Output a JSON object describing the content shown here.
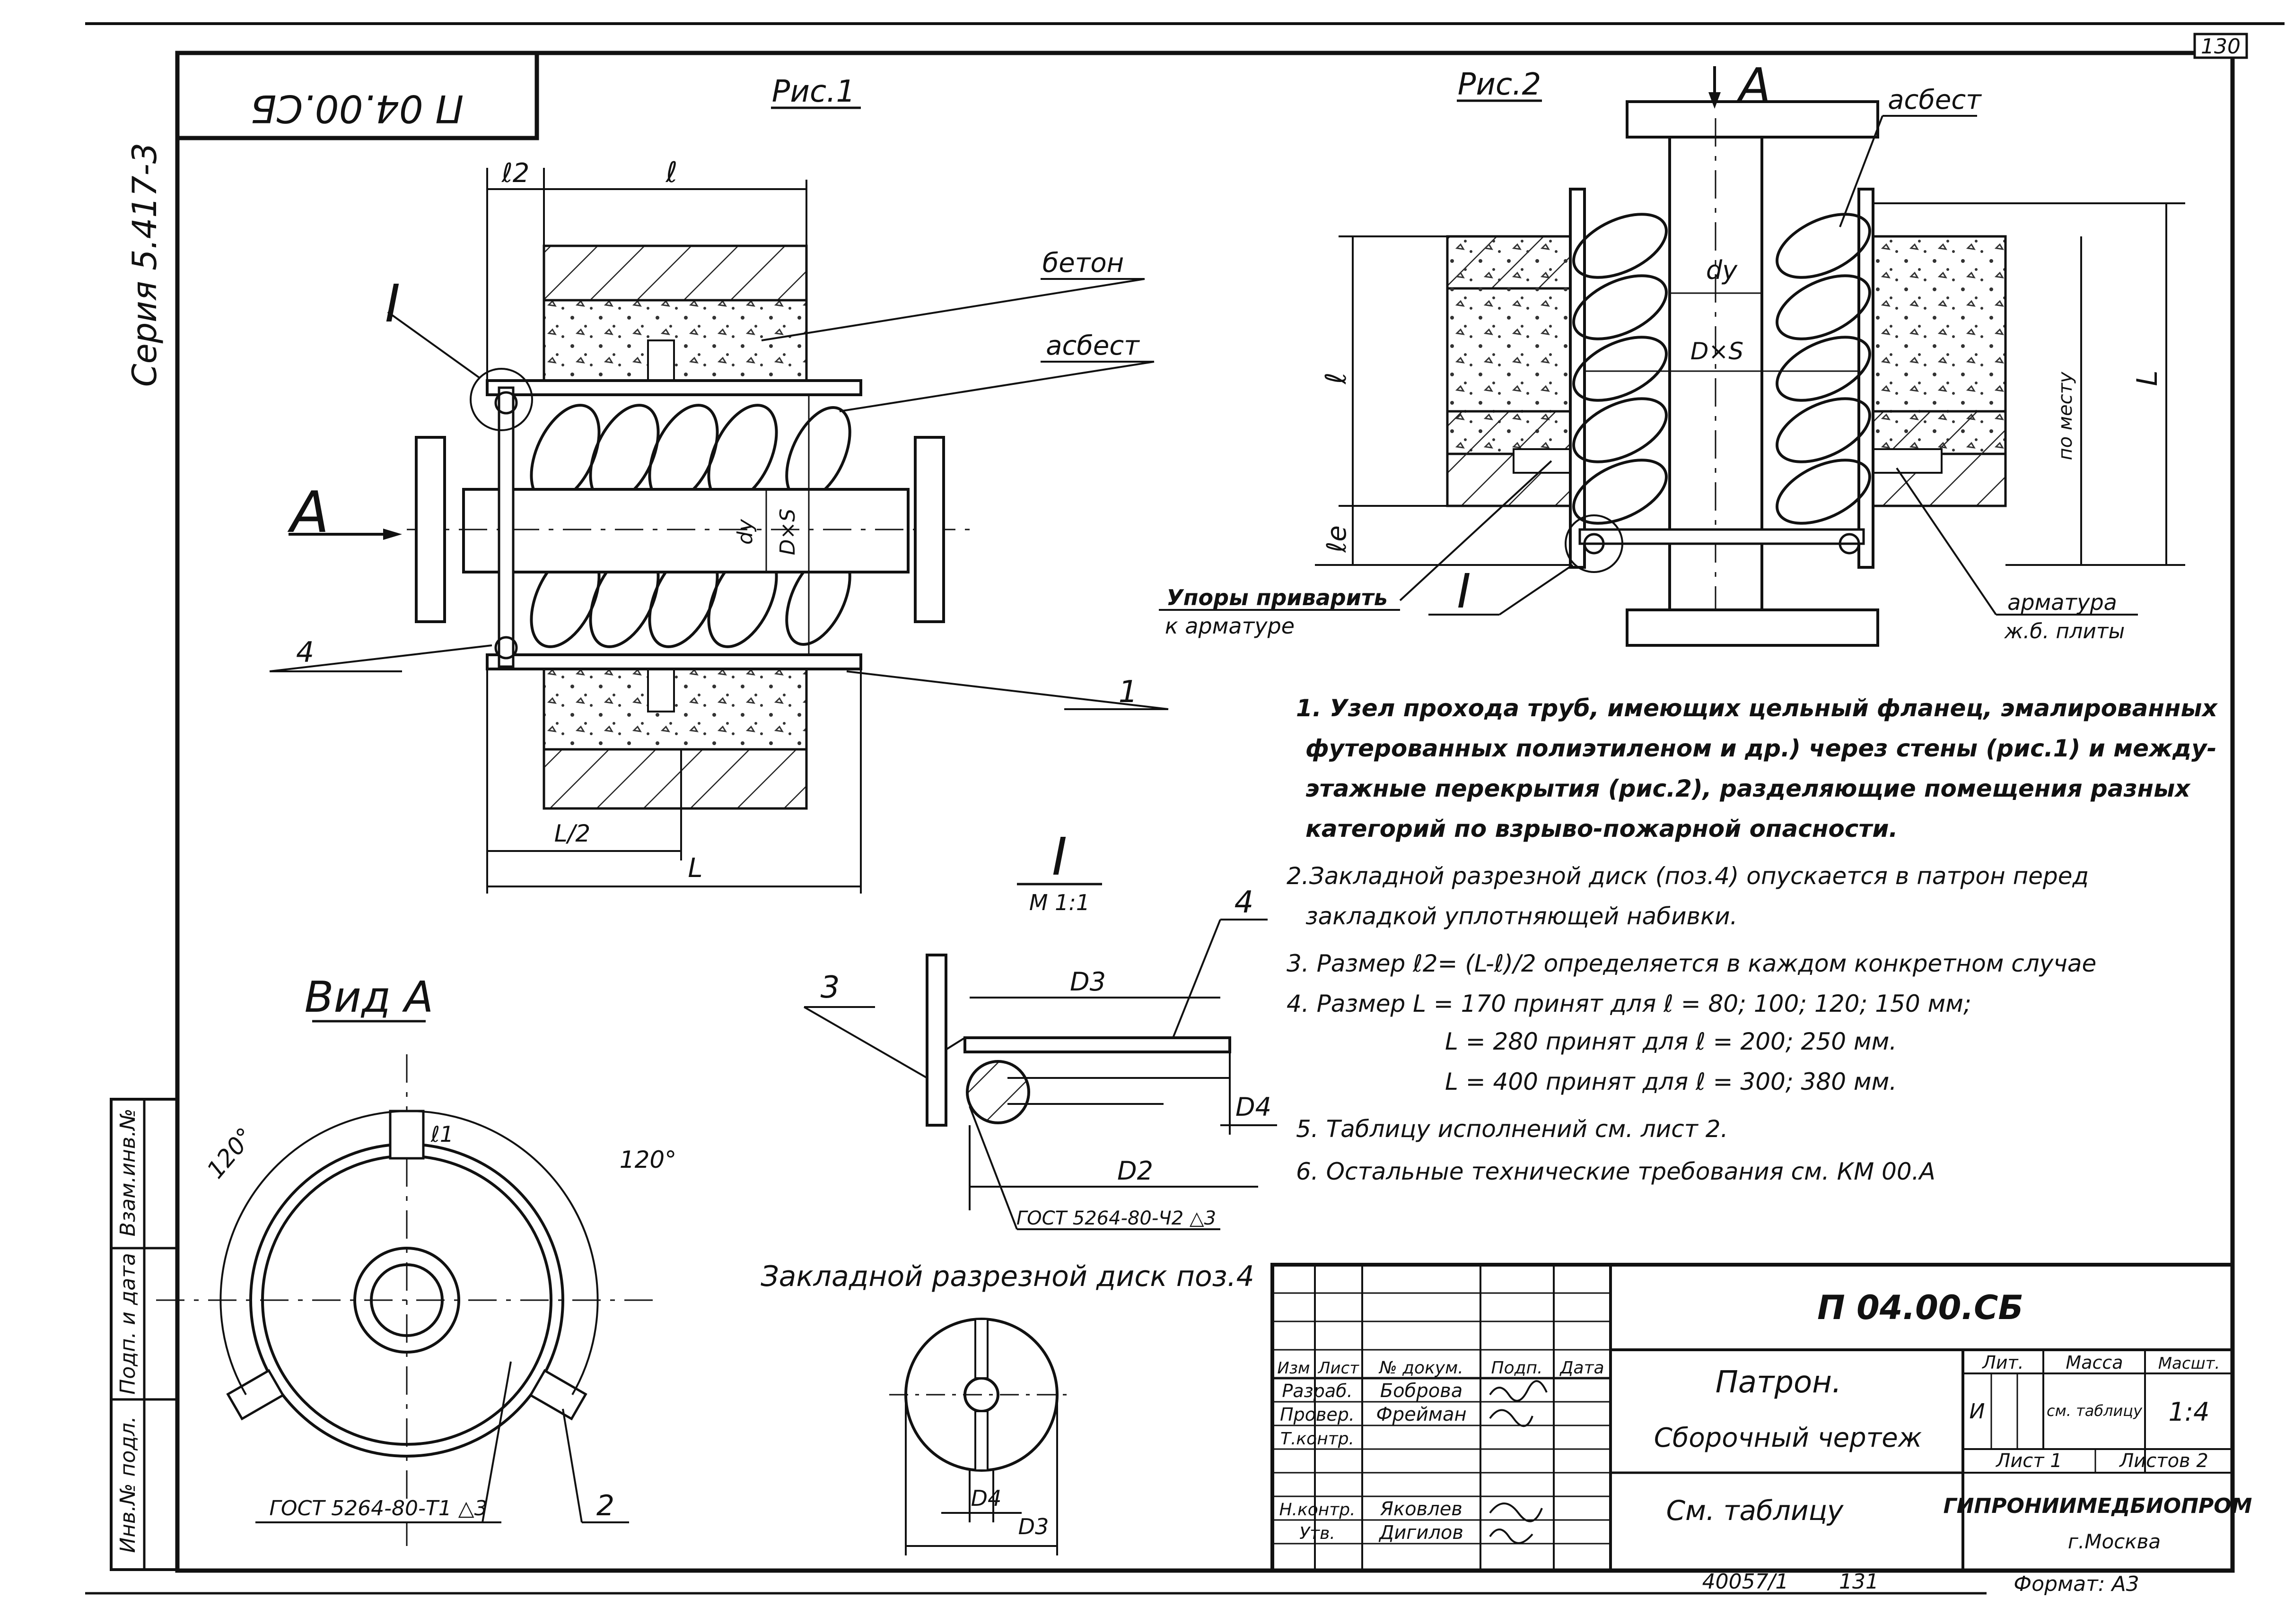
{
  "sheet": {
    "page_number": "130",
    "code_rotated": "П 04.00.СБ",
    "series": "Серия 5.417-3"
  },
  "fig1": {
    "title": "Рис.1",
    "dim_l2": "ℓ2",
    "dim_l": "ℓ",
    "dim_l_half": "L/2",
    "dim_L": "L",
    "section_arrow": "A",
    "detail": "I",
    "label_dy": "dу",
    "label_dxs": "D×S",
    "callout_concrete": "бетон",
    "callout_asbestos": "асбест",
    "pos_4": "4",
    "pos_1": "1"
  },
  "fig2": {
    "title": "Рис.2",
    "section_arrow": "A",
    "callout_asbestos": "асбест",
    "label_dy": "dу",
    "label_dxs": "D×S",
    "dim_l": "ℓ",
    "dim_le": "ℓе",
    "dim_L": "L",
    "dim_local": "по месту",
    "detail": "I",
    "note_stops_1": "Упоры приварить",
    "note_stops_2": "к арматуре",
    "note_rebar_1": "арматура",
    "note_rebar_2": "ж.б. плиты"
  },
  "detail_view": {
    "title": "I",
    "scale": "М 1:1",
    "pos_3": "3",
    "pos_4": "4",
    "dim_d3": "D3",
    "dim_d4": "D4",
    "dim_d2": "D2",
    "weld": "ГОСТ 5264-80-Ч2 △3"
  },
  "view_a": {
    "title": "Вид А",
    "angle_left": "120°",
    "angle_right": "120°",
    "dim_l1": "ℓ1",
    "weld": "ГОСТ 5264-80-Т1 △3",
    "pos_2": "2"
  },
  "disk": {
    "title": "Закладной разрезной диск поз.4",
    "dim_d4": "D4",
    "dim_d3": "D3"
  },
  "notes": [
    "1. Узел прохода труб, имеющих цельный фланец, эмалированных",
    "футерованных полиэтиленом и др.) через стены (рис.1) и между-",
    "этажные перекрытия (рис.2), разделяющие помещения разных",
    "категорий по взрыво-пожарной опасности.",
    "2.Закладной разрезной диск (поз.4) опускается в патрон перед",
    "закладкой уплотняющей набивки.",
    "3. Размер ℓ2= (L-ℓ)/2 определяется в каждом конкретном случае",
    "4. Размер L = 170 принят для ℓ = 80; 100; 120; 150 мм;",
    "L = 280 принят для ℓ = 200; 250 мм.",
    "L = 400 принят для ℓ = 300; 380 мм.",
    "5. Таблицу исполнений см. лист 2.",
    "6. Остальные технические требования см. КМ 00.А"
  ],
  "left_strip": [
    "Взам.инв.№",
    "Подп. и дата",
    "Инв.№ подл."
  ],
  "title_block": {
    "designation": "П 04.00.СБ",
    "name": "Патрон.",
    "doc_type": "Сборочный чертеж",
    "material": "См. таблицу",
    "hdr_izm": "Изм",
    "hdr_list": "Лист",
    "hdr_doc": "№ докум.",
    "hdr_sign": "Подп.",
    "hdr_date": "Дата",
    "role_develop": "Разраб.",
    "role_check": "Провер.",
    "role_tcontrol": "Т.контр.",
    "role_ncontrol": "Н.контр.",
    "role_approve": "Утв.",
    "name_develop": "Боброва",
    "name_check": "Фрейман",
    "name_ncontrol": "Яковлев",
    "name_approve": "Дигилов",
    "col_lit": "Лит.",
    "col_mass": "Масса",
    "col_scale": "Масшт.",
    "lit_value": "И",
    "mass_value": "см. таблицу",
    "scale_value": "1:4",
    "sheet_label": "Лист 1",
    "sheets_label": "Листов 2",
    "org": "ГИПРОНИИМЕДБИОПРОМ",
    "city": "г.Москва",
    "inv_number": "40057/1",
    "inv_sheet": "131",
    "format": "Формат: А3"
  }
}
